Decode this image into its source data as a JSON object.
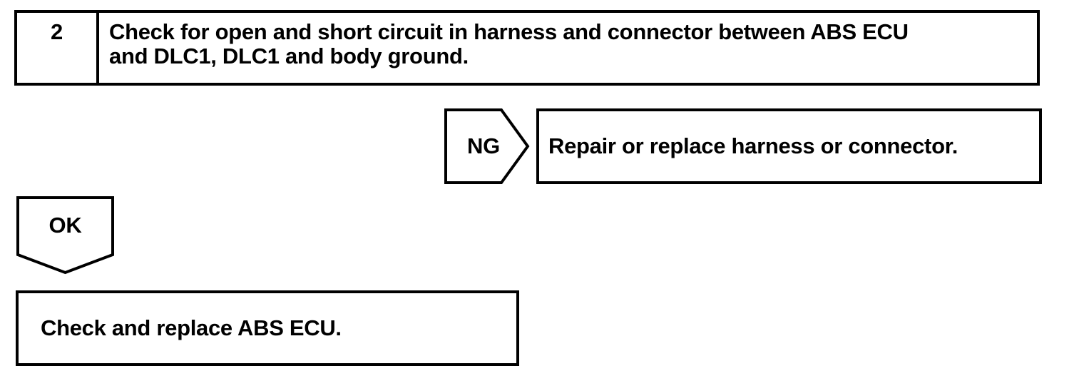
{
  "page": {
    "background_color": "#ffffff",
    "line_color": "#000000"
  },
  "flowchart": {
    "step_box": {
      "number": "2",
      "instruction_line1": "Check for open and short circuit in harness and connector between ABS ECU",
      "instruction_line2": "and DLC1, DLC1 and body ground."
    },
    "ng_branch": {
      "connector_label": "NG",
      "action": "Repair or replace harness or connector."
    },
    "ok_branch": {
      "connector_label": "OK",
      "action": "Check and replace ABS ECU."
    }
  }
}
